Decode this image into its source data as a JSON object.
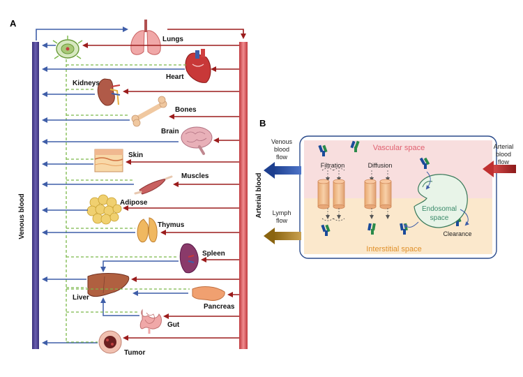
{
  "panel_a": {
    "letter": "A",
    "venous_label": "Venous blood",
    "arterial_label": "Arterial blood",
    "organs": {
      "lungs": "Lungs",
      "heart": "Heart",
      "kidneys": "Kidneys",
      "bones": "Bones",
      "brain": "Brain",
      "skin": "Skin",
      "muscles": "Muscles",
      "adipose": "Adipose",
      "thymus": "Thymus",
      "spleen": "Spleen",
      "liver": "Liver",
      "pancreas": "Pancreas",
      "gut": "Gut",
      "tumor": "Tumor"
    }
  },
  "panel_b": {
    "letter": "B",
    "venous_flow": [
      "Venous",
      "blood",
      "flow"
    ],
    "arterial_flow": [
      "Arterial",
      "blood",
      "flow"
    ],
    "lymph_flow": [
      "Lymph",
      "flow"
    ],
    "vascular_space": "Vascular space",
    "interstitial_space": "Interstitial space",
    "filtration": "Filtration",
    "diffusion": "Diffusion",
    "endosomal": [
      "Endosomal",
      "space"
    ],
    "clearance": "Clearance"
  },
  "colors": {
    "venous": "#4a3f8c",
    "arterial": "#d9585c",
    "blue_arrow": "#3f5ea8",
    "red_arrow": "#9b1c1c",
    "lymph": "#7bb849"
  }
}
